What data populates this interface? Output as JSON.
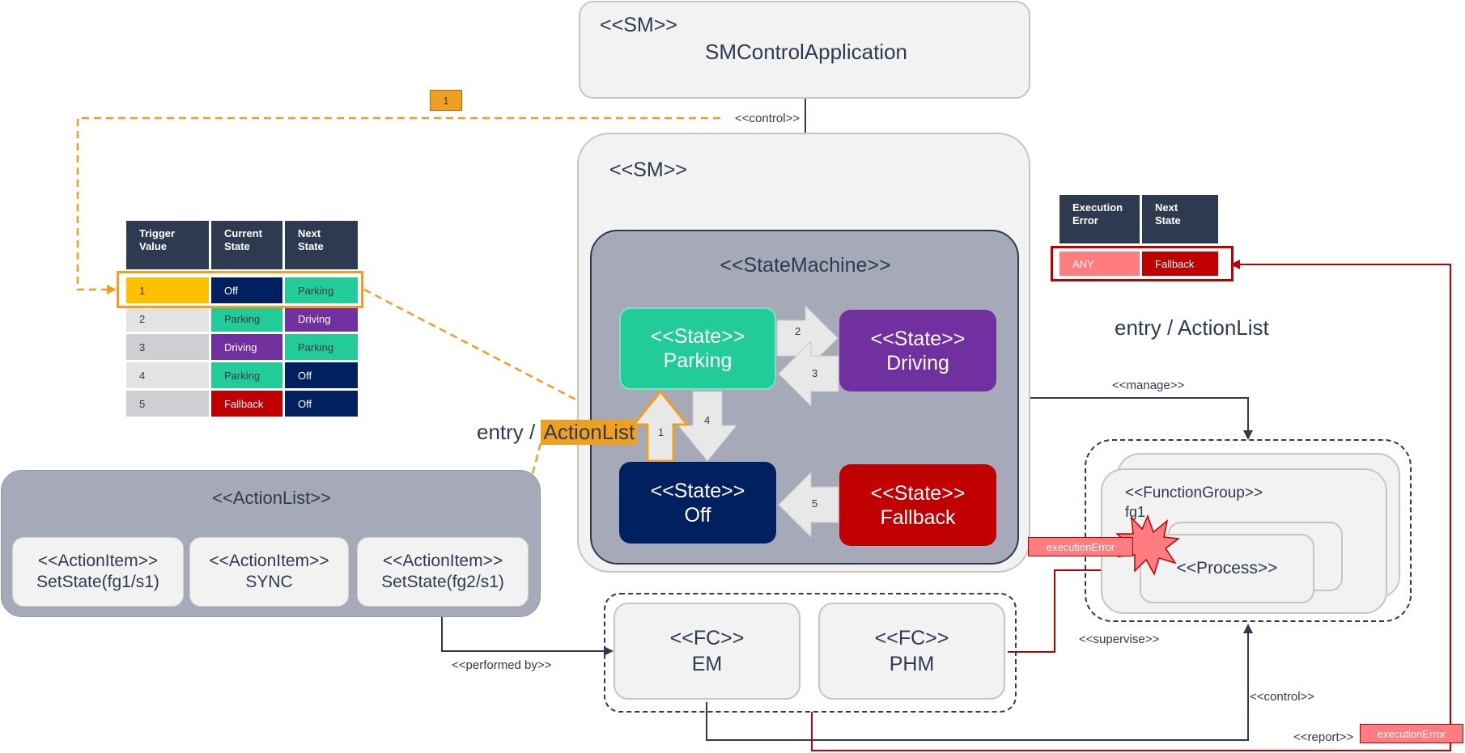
{
  "sm_control": {
    "stereotype": "<<SM>>",
    "name": "SMControlApplication"
  },
  "control_label_top": "<<control>>",
  "trigger_badge": "1",
  "sm_outer": {
    "stereotype": "<<SM>>"
  },
  "state_machine": {
    "stereotype": "<<StateMachine>>",
    "states": [
      {
        "id": "parking",
        "stereotype": "<<State>>",
        "name": "Parking",
        "color": "#22cc99"
      },
      {
        "id": "driving",
        "stereotype": "<<State>>",
        "name": "Driving",
        "color": "#7030a0"
      },
      {
        "id": "off",
        "stereotype": "<<State>>",
        "name": "Off",
        "color": "#002060"
      },
      {
        "id": "fallback",
        "stereotype": "<<State>>",
        "name": "Fallback",
        "color": "#c00000"
      }
    ],
    "transitions": [
      "1",
      "2",
      "3",
      "4",
      "5"
    ]
  },
  "trigger_table": {
    "headers": [
      "Trigger\nValue",
      "Current\nState",
      "Next\nState"
    ],
    "rows": [
      {
        "trigger": "1",
        "current": "Off",
        "next": "Parking"
      },
      {
        "trigger": "2",
        "current": "Parking",
        "next": "Driving"
      },
      {
        "trigger": "3",
        "current": "Driving",
        "next": "Parking"
      },
      {
        "trigger": "4",
        "current": "Parking",
        "next": "Off"
      },
      {
        "trigger": "5",
        "current": "Fallback",
        "next": "Off"
      }
    ]
  },
  "error_table": {
    "headers": [
      "Execution\nError",
      "Next\nState"
    ],
    "row": {
      "error": "ANY",
      "next": "Fallback"
    }
  },
  "entry_action_right": "entry / ActionList",
  "entry_action_left": {
    "prefix": "entry / ",
    "highlight": "ActionList"
  },
  "action_list": {
    "stereotype": "<<ActionList>>",
    "items": [
      {
        "stereotype": "<<ActionItem>>",
        "name": "SetState(fg1/s1)"
      },
      {
        "stereotype": "<<ActionItem>>",
        "name": "SYNC"
      },
      {
        "stereotype": "<<ActionItem>>",
        "name": "SetState(fg2/s1)"
      }
    ]
  },
  "performed_by_label": "<<performed by>>",
  "fc_em": {
    "stereotype": "<<FC>>",
    "name": "EM"
  },
  "fc_phm": {
    "stereotype": "<<FC>>",
    "name": "PHM"
  },
  "manage_label": "<<manage>>",
  "function_group": {
    "stereotype": "<<FunctionGroup>>",
    "name": "fg1"
  },
  "process": {
    "stereotype": "<<Process>>"
  },
  "execution_error_left": "executionError",
  "execution_error_right": "executionError",
  "supervise_label": "<<supervise>>",
  "control_label_bottom": "<<control>>",
  "report_label": "<<report>>",
  "colors": {
    "navy": "#2e3a4f",
    "orange": "#f0a020",
    "red": "#c00000",
    "pink": "#ff7c80",
    "grey_panel": "#a6aab8",
    "light": "#f2f2f2"
  }
}
